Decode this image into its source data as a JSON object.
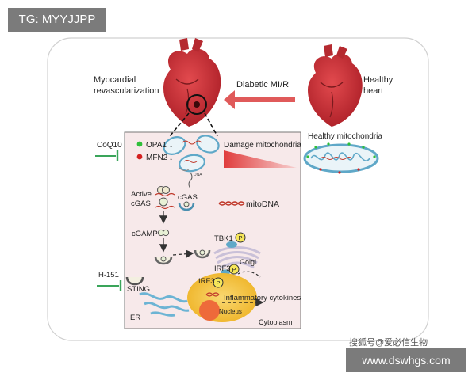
{
  "watermarks": {
    "top_left": "TG: MYYJJPP",
    "bottom_right_url": "www.dswhgs.com",
    "bottom_source": "搜狐号@爱必信生物"
  },
  "diagram": {
    "myocardial_label": [
      "Myocardial",
      "revascularization"
    ],
    "arrow_label": "Diabetic MI/R",
    "healthy_heart_label": [
      "Healthy",
      "heart"
    ],
    "healthy_mito_label": "Healthy mitochondria",
    "damage_mito_label": "Damage mitochondria",
    "coq10": "CoQ10",
    "opa1": "OPA1",
    "mfn2": "MFN2",
    "down_arrow": "↓",
    "dna_tag": "DNA",
    "active_cgas": [
      "Active",
      "cGAS"
    ],
    "cgas": "cGAS",
    "mitodna": "mitoDNA",
    "cgamp": "cGAMP",
    "tbk1": "TBK1",
    "phospho": "P",
    "golgi": "Golgi",
    "irf3": "IRF3",
    "h151": "H-151",
    "sting": "STING",
    "inflammatory": "Inflammatory cytokines",
    "nucleus": "Nucleus",
    "er": "ER",
    "cytoplasm": "Cytoplasm"
  },
  "colors": {
    "heart": "#c8323a",
    "arrow": "#e05a5a",
    "mito_outer": "#5fa8c8",
    "nucleus": "#f2c24a",
    "inhibitor": "#3aa55a",
    "dot_green": "#2fbf3a",
    "dot_red": "#d42020"
  }
}
